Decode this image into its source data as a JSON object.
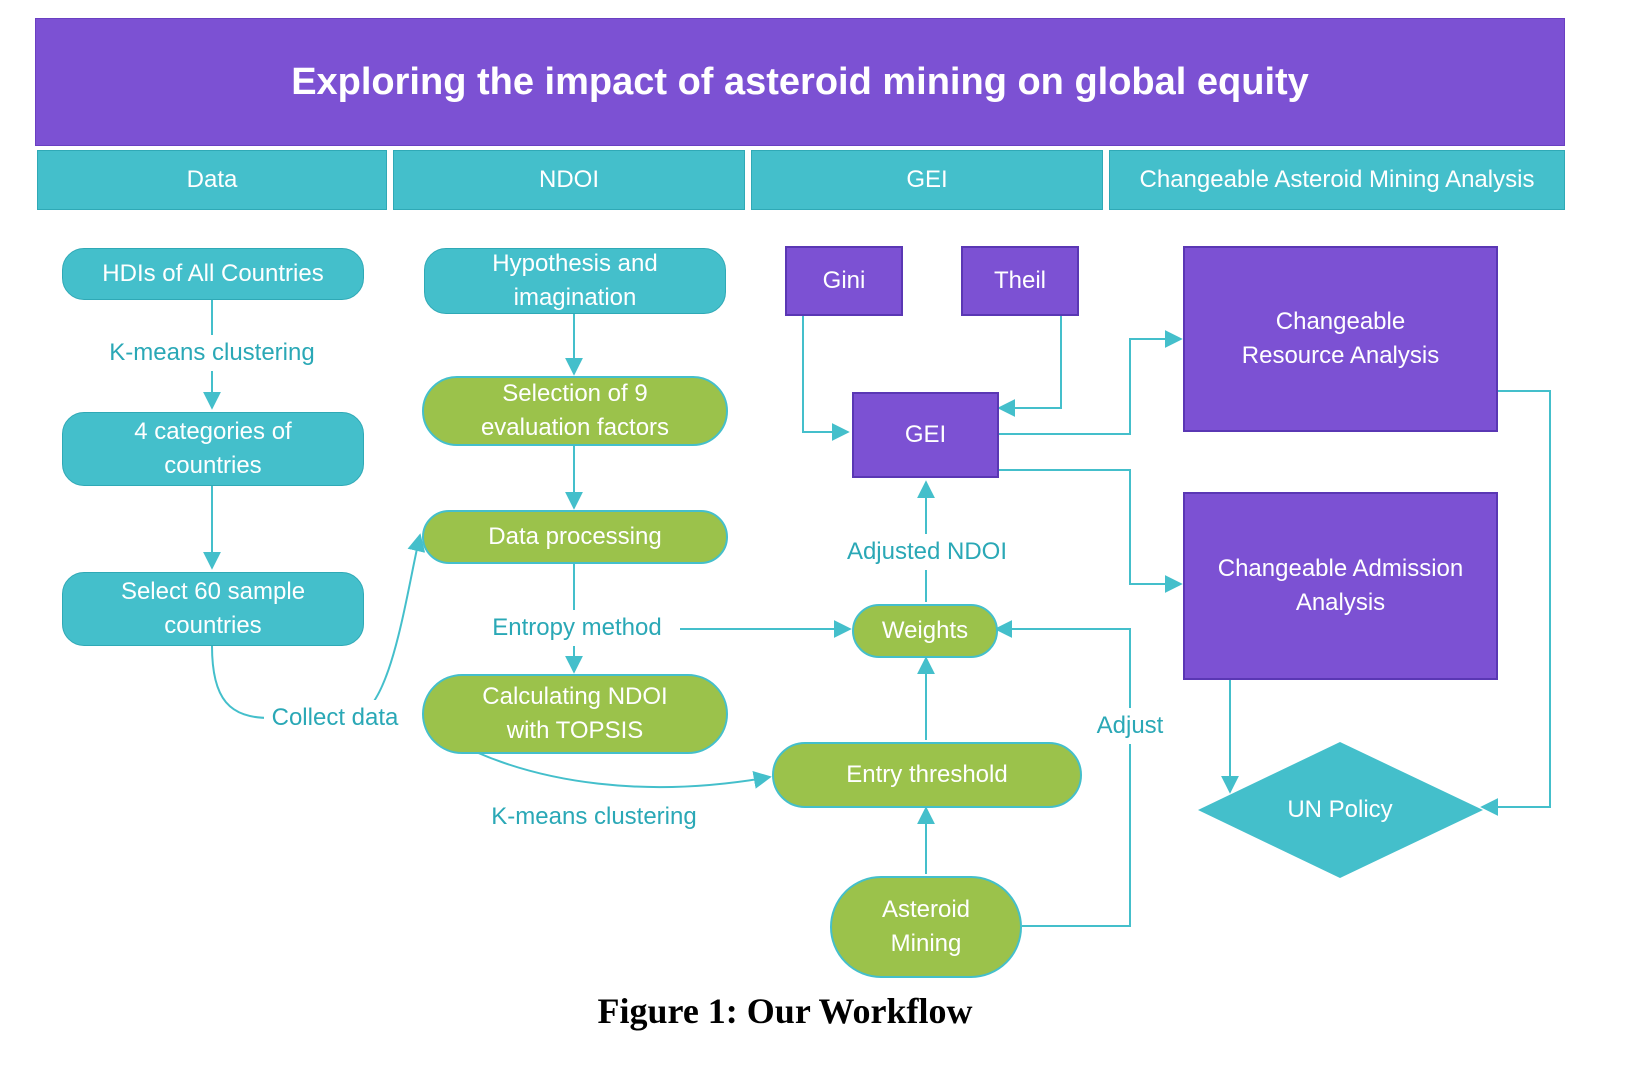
{
  "title": "Exploring the impact of asteroid mining on global equity",
  "columns": [
    "Data",
    "NDOI",
    "GEI",
    "Changeable Asteroid Mining Analysis"
  ],
  "nodes": {
    "hdis": "HDIs of All Countries",
    "categories": "4 categories of countries",
    "select60": "Select 60 sample countries",
    "hypothesis": "Hypothesis and imagination",
    "selection9": "Selection of 9 evaluation factors",
    "data_processing": "Data processing",
    "topsis": "Calculating NDOI with TOPSIS",
    "gini": "Gini",
    "theil": "Theil",
    "gei": "GEI",
    "weights": "Weights",
    "entry_threshold": "Entry threshold",
    "asteroid_mining": "Asteroid Mining",
    "resource_analysis": "Changeable Resource Analysis",
    "admission_analysis": "Changeable Admission Analysis",
    "un_policy": "UN Policy"
  },
  "edge_labels": {
    "kmeans_top": "K-means clustering",
    "collect_data": "Collect data",
    "entropy": "Entropy method",
    "adjusted_ndoi": "Adjusted NDOI",
    "adjust": "Adjust",
    "kmeans_bottom": "K-means clustering"
  },
  "caption": "Figure 1: Our Workflow",
  "colors": {
    "purple": "#7c51d3",
    "teal": "#44bfcb",
    "green": "#9bc24b",
    "line": "#44bfcb"
  }
}
